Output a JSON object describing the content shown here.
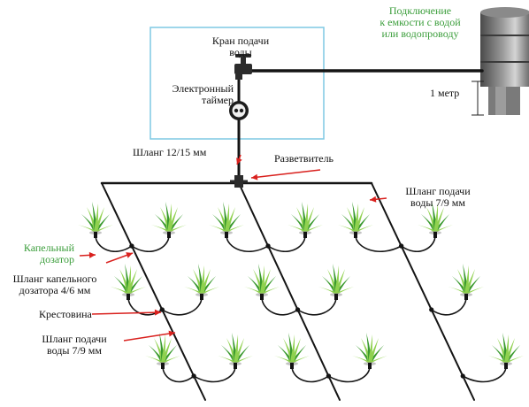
{
  "colors": {
    "pipe": "#141414",
    "box_border": "#7ec8e3",
    "arrow": "#d9211e",
    "plant_light": "#8fd14f",
    "plant_dark": "#3a9a2e",
    "label_green": "#3a9d3a",
    "barrel_dark": "#5a5a5a",
    "barrel_light": "#c9c9c9"
  },
  "labels": {
    "source_connection": [
      "Подключение",
      "к емкости с водой",
      "или водопроводу"
    ],
    "tap": [
      "Кран подачи",
      "воды"
    ],
    "timer": [
      "Электронный",
      "таймер"
    ],
    "height": "1 метр",
    "main_hose": "Шланг 12/15 мм",
    "splitter": "Разветвитель",
    "feed_hose_top": [
      "Шланг подачи",
      "воды 7/9 мм"
    ],
    "dripper": [
      "Капельный",
      "дозатор"
    ],
    "dripper_hose": [
      "Шланг капельного",
      "дозатора 4/6 мм"
    ],
    "cross": "Крестовина",
    "feed_hose_left": [
      "Шланг подачи",
      "воды 7/9 мм"
    ]
  },
  "icons": {
    "barrel": "water-barrel-icon",
    "faucet": "faucet-icon",
    "timer": "timer-icon",
    "splitter": "splitter-icon",
    "plant": "plant-icon"
  }
}
